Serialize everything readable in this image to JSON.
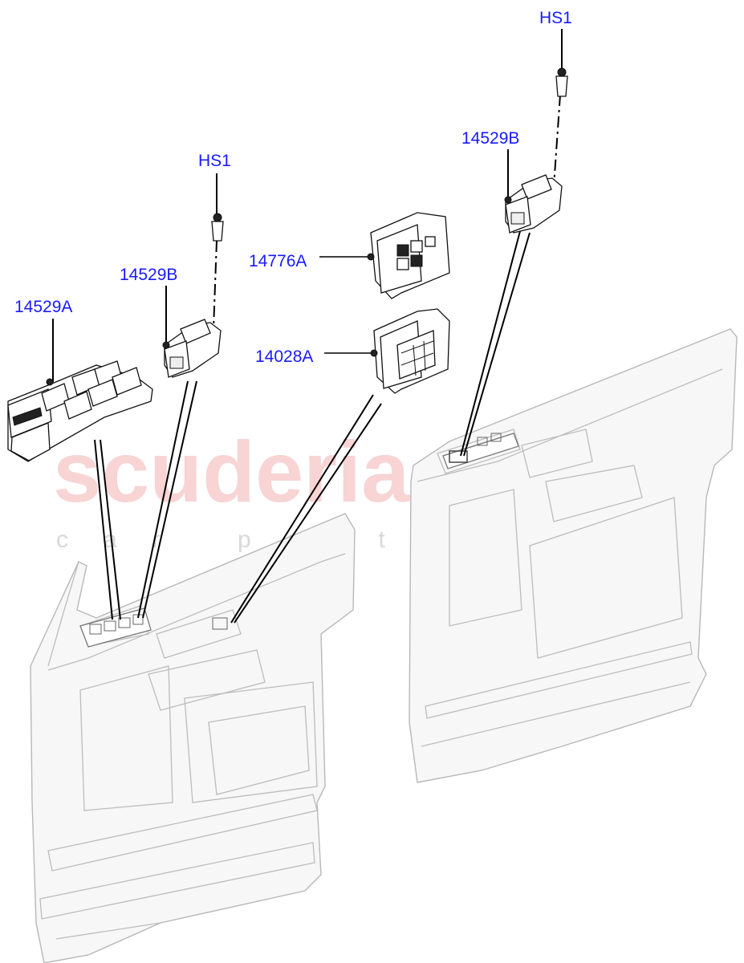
{
  "watermark": {
    "brand": "scuderia",
    "tagline": "car parts"
  },
  "callouts": {
    "hs1_right": "HS1",
    "b14529_right": "14529B",
    "a14776": "14776A",
    "a14028": "14028A",
    "hs1_left": "HS1",
    "b14529_left": "14529B",
    "a14529": "14529A"
  }
}
